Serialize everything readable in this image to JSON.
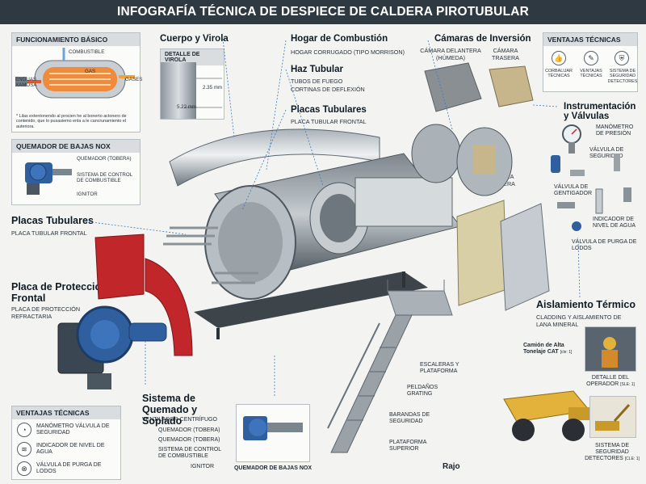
{
  "title": "INFOGRAFÍA TÉCNICA DE DESPIECE DE CALDERA PIROTUBULAR",
  "funcionamiento": {
    "head": "FUNCIONAMIENTO BÁSICO",
    "combustible": "COMBUSTIBLE",
    "entrada_agua": "ENGUAS\nXAMOSA",
    "gas": "GAS",
    "gases": "GASES",
    "nota": "* Lilas extentonendo al procien he al bonerto actonero de contenido, que lo pusasiemo enla a le cancrunamiento el auteriora."
  },
  "quemador_nox": {
    "head": "QUEMADOR DE BAJAS NOX",
    "labels": [
      "QUEMADOR (TOBERA)",
      "SISTEMA DE CONTROL DE COMBUSTIBLE",
      "IGNITOR"
    ]
  },
  "cuerpo": {
    "title": "Cuerpo y Virola",
    "detalle": "DETALLE DE VIROLA",
    "dim1": "2.35 mm",
    "dim2": "5.22 mm"
  },
  "hogar": {
    "title": "Hogar de Combustión",
    "item": "HOGAR CORRUGADO (TIPO MORRISON)"
  },
  "haz": {
    "title": "Haz Tubular",
    "items": [
      "TUBOS DE FUEGO",
      "CORTINAS DE DEFLEXIÓN"
    ]
  },
  "placas_top": {
    "title": "Placas Tubulares",
    "sub": "PLACA TUBULAR FRONTAL"
  },
  "camaras": {
    "title": "Cámaras de Inversión",
    "delantera": "CÁMARA DELANTERA (HÚMEDA)",
    "trasera_top": "CÁMARA TRASERA",
    "trasera": "CÁMARA TRASERA"
  },
  "ventajas_top": {
    "head": "VENTAJAS TÉCNICAS",
    "items": [
      "CORBALIJAR TÉCNICAS",
      "VENTAJAS TÉCNICAS",
      "SISTEMA DE SEGURIDAD DETECTORES"
    ]
  },
  "instrumentacion": {
    "title": "Instrumentación y Válvulas",
    "labels": [
      "MANÓMETRO DE PRESIÓN",
      "VÁLVULA DE SEGURIDAD",
      "VÁLVULA DE GENTIGADOR",
      "INDICADOR DE NIVEL DE AGUA",
      "VÁLVULA DE PURGA DE LODOS"
    ]
  },
  "placas_left": {
    "title": "Placas Tubulares",
    "sub": "PLACA TUBULAR FRONTAL"
  },
  "proteccion": {
    "title": "Placa de Protección Frontal",
    "sub": "PLACA DE PROTECCIÓN REFRACTARIA"
  },
  "aislamiento": {
    "title": "Aislamiento Térmico",
    "sub": "CLADDING Y AISLAMIENTO DE LANA MINERAL"
  },
  "camion": {
    "label": "Camión de Alta Tonelaje CAT",
    "note": "[cle: 1]",
    "detalle": "DETALLE DEL OPERADOR",
    "detalle_note": "[sle: 1]"
  },
  "sistema_quemado": {
    "title": "Sistema de Quemado y Soplado",
    "items": [
      "VENTILADOR CENTRÍFUGO",
      "QUEMADOR (TOBERA)",
      "QUEMADOR (TOBERA)",
      "SISTEMA DE CONTROL DE COMBUSTIBLE",
      "IGNITOR"
    ],
    "box_label": "QUEMADOR DE BAJAS NOX"
  },
  "ventajas_bottom": {
    "head": "VENTAJAS TÉCNICAS",
    "items": [
      "MANÓMETRO VÁLVULA DE SEGURIDAD",
      "INDICADOR DE NIVEL DE AGUA",
      "VÁLVULA DE PURGA DE LODOS"
    ]
  },
  "escaleras": {
    "labels": [
      "ESCALERAS Y PLATAFORMA",
      "PELDAÑOS GRATING",
      "BARANDAS DE SEGURIDAD",
      "PLATAFORMA SUPERIOR"
    ]
  },
  "rajo": "Rajo",
  "seguridad": "SISTEMA DE SEGURIDAD DETECTORES",
  "seguridad_note": "[cle: 1]",
  "colors": {
    "header": "#2f3941",
    "refractory": "#c0262a",
    "burner": "#2f5f9e",
    "truck": "#e2b23a",
    "insulation": "#d8cfa6"
  }
}
